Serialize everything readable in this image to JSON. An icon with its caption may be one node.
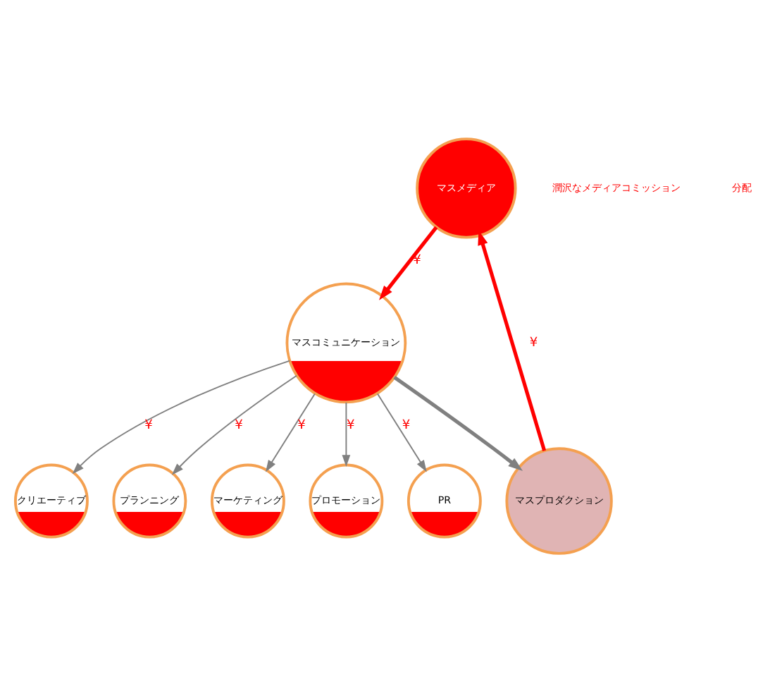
{
  "diagram": {
    "nodes": [
      {
        "text": [
          "マスメディア"
        ]
      },
      {
        "text": [
          "マスプロダクション"
        ]
      },
      {
        "text": [
          "マスコミュニケーション"
        ]
      },
      {
        "text": [
          "クリエーティブ"
        ]
      },
      {
        "text": [
          "プランニング"
        ]
      },
      {
        "text": [
          "マーケティング"
        ]
      },
      {
        "text": [
          "プロモーション"
        ]
      },
      {
        "text": [
          "PR"
        ]
      }
    ],
    "edges": [
      {
        "from": 1,
        "to": 0,
        "arrow": "to",
        "label": "¥",
        "style": "thick",
        "color": "#ff0000"
      },
      {
        "from": 0,
        "to": 2,
        "arrow": "to",
        "label": "¥",
        "style": "thick",
        "color": "#ff0000"
      },
      {
        "from": 2,
        "to": 1,
        "arrow": "to",
        "style": "thick"
      },
      {
        "from": 2,
        "to": 3,
        "arrow": "to",
        "label": "¥"
      },
      {
        "from": 2,
        "to": 4,
        "arrow": "to",
        "label": "¥"
      },
      {
        "from": 2,
        "to": 5,
        "arrow": "to",
        "label": "¥"
      },
      {
        "from": 2,
        "to": 6,
        "arrow": "to",
        "label": "¥"
      },
      {
        "from": 2,
        "to": 7,
        "arrow": "to",
        "label": "¥"
      }
    ],
    "labels": [
      "潤沢なメディアコミッション",
      "分配"
    ]
  }
}
